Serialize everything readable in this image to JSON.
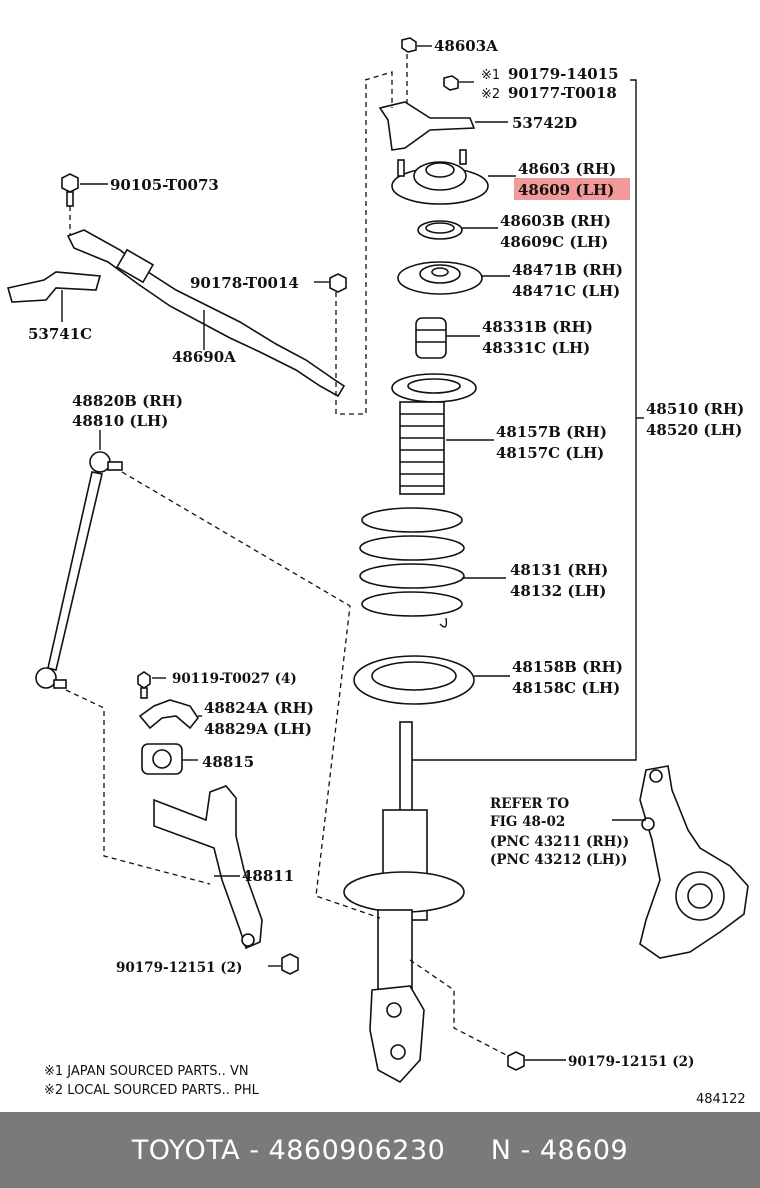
{
  "labels": {
    "p48603A": "48603A",
    "mk1": "※1",
    "p90179_14015": "90179-14015",
    "mk2": "※2",
    "p90177_T0018": "90177-T0018",
    "p53742D": "53742D",
    "p48603RH": "48603 (RH)",
    "p48609LH": "48609 (LH)",
    "p48603BRH": "48603B (RH)",
    "p48609CLH": "48609C (LH)",
    "p48471BRH": "48471B (RH)",
    "p48471CLH": "48471C (LH)",
    "p48331BRH": "48331B (RH)",
    "p48331CLH": "48331C (LH)",
    "p48157BRH": "48157B (RH)",
    "p48157CLH": "48157C (LH)",
    "p48131RH": "48131 (RH)",
    "p48132LH": "48132 (LH)",
    "p48158BRH": "48158B (RH)",
    "p48158CLH": "48158C (LH)",
    "p48510RH": "48510 (RH)",
    "p48520LH": "48520 (LH)",
    "p90105_T0073": "90105-T0073",
    "p90178_T0014": "90178-T0014",
    "p53741C": "53741C",
    "p48690A": "48690A",
    "p48820BRH": "48820B (RH)",
    "p48810LH": "48810 (LH)",
    "p90119_T0027": "90119-T0027 (4)",
    "p48824ARH": "48824A (RH)",
    "p48829ALH": "48829A (LH)",
    "p48815": "48815",
    "p48811": "48811",
    "p90179_12151_left": "90179-12151 (2)",
    "p90179_12151_right": "90179-12151 (2)",
    "refer1": "REFER TO",
    "refer2": "FIG 48-02",
    "refer3": "(PNC  43211 (RH))",
    "refer4": "(PNC  43212 (LH))",
    "note1": "※1 JAPAN SOURCED PARTS.. VN",
    "note2": "※2 LOCAL SOURCED PARTS.. PHL",
    "figno": "484122"
  },
  "highlight_color": "#f29a9a",
  "footer": {
    "text": "TOYOTA - 4860906230     N - 48609"
  }
}
